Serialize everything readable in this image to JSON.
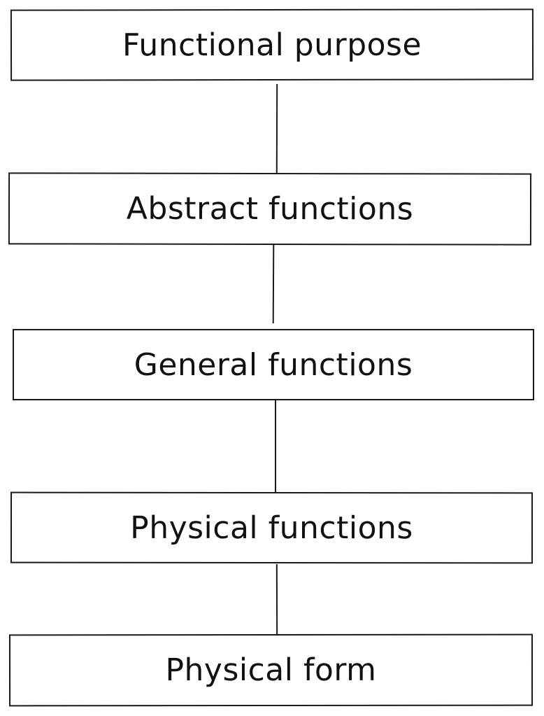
{
  "diagram": {
    "levels": [
      {
        "label": "Functional purpose"
      },
      {
        "label": "Abstract functions"
      },
      {
        "label": "General functions"
      },
      {
        "label": "Physical functions"
      },
      {
        "label": "Physical form"
      }
    ]
  },
  "colors": {
    "stroke": "#1a1a1a",
    "text": "#111111",
    "background": "#ffffff"
  }
}
